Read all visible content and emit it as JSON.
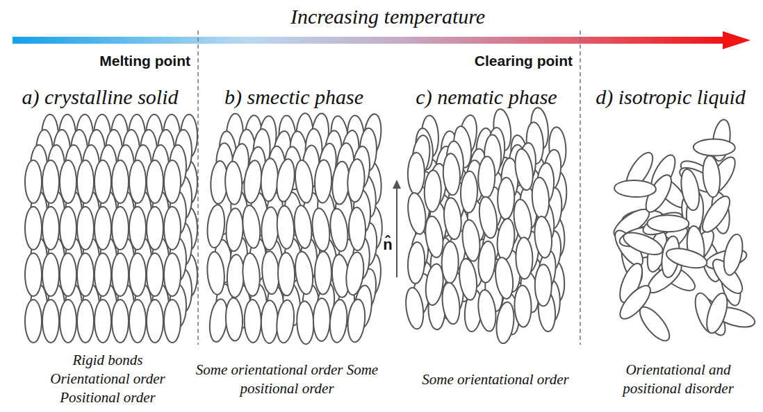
{
  "diagram": {
    "labels": [
      "Increasing temperature",
      "Melting point",
      "Clearing point",
      "a) crystalline solid",
      "b) smectic phase",
      "c) nematic phase",
      "d) isotropic liquid",
      "n̂",
      "Rigid bonds Orientational order Positional order",
      "Some orientational order Some positional order",
      "Some orientational order",
      "Orientational and positional disorder"
    ]
  }
}
